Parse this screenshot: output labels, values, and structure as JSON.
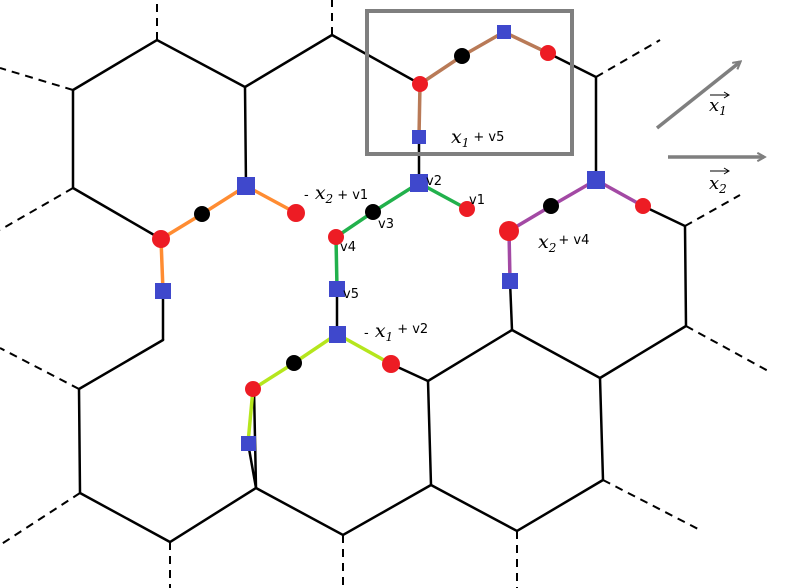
{
  "labels": {
    "box_label": {
      "sign": "",
      "var": "x",
      "sub": "1",
      "shift": "+ v5"
    },
    "left_label": {
      "sign": "- ",
      "var": "x",
      "sub": "2",
      "shift": "+ v1"
    },
    "right_label": {
      "sign": "",
      "var": "x",
      "sub": "2",
      "shift": "+ v4"
    },
    "bottom_label": {
      "sign": "- ",
      "var": "x",
      "sub": "1",
      "shift": "+ v2"
    },
    "v1": "v1",
    "v2": "v2",
    "v3": "v3",
    "v4": "v4",
    "v5": "v5"
  },
  "vectors": {
    "x1": {
      "var": "x",
      "sub": "1"
    },
    "x2": {
      "var": "x",
      "sub": "2"
    }
  },
  "colors": {
    "lattice": "#000000",
    "brown": "#b97a57",
    "orange": "#ff8c32",
    "green": "#22b14c",
    "purple": "#a349a4",
    "lime": "#b5e61d",
    "red_node": "#ed1c24",
    "blue_node": "#3f48cc",
    "black_node": "#000000",
    "box": "#7f7f7f",
    "arrow": "#7f7f7f"
  }
}
